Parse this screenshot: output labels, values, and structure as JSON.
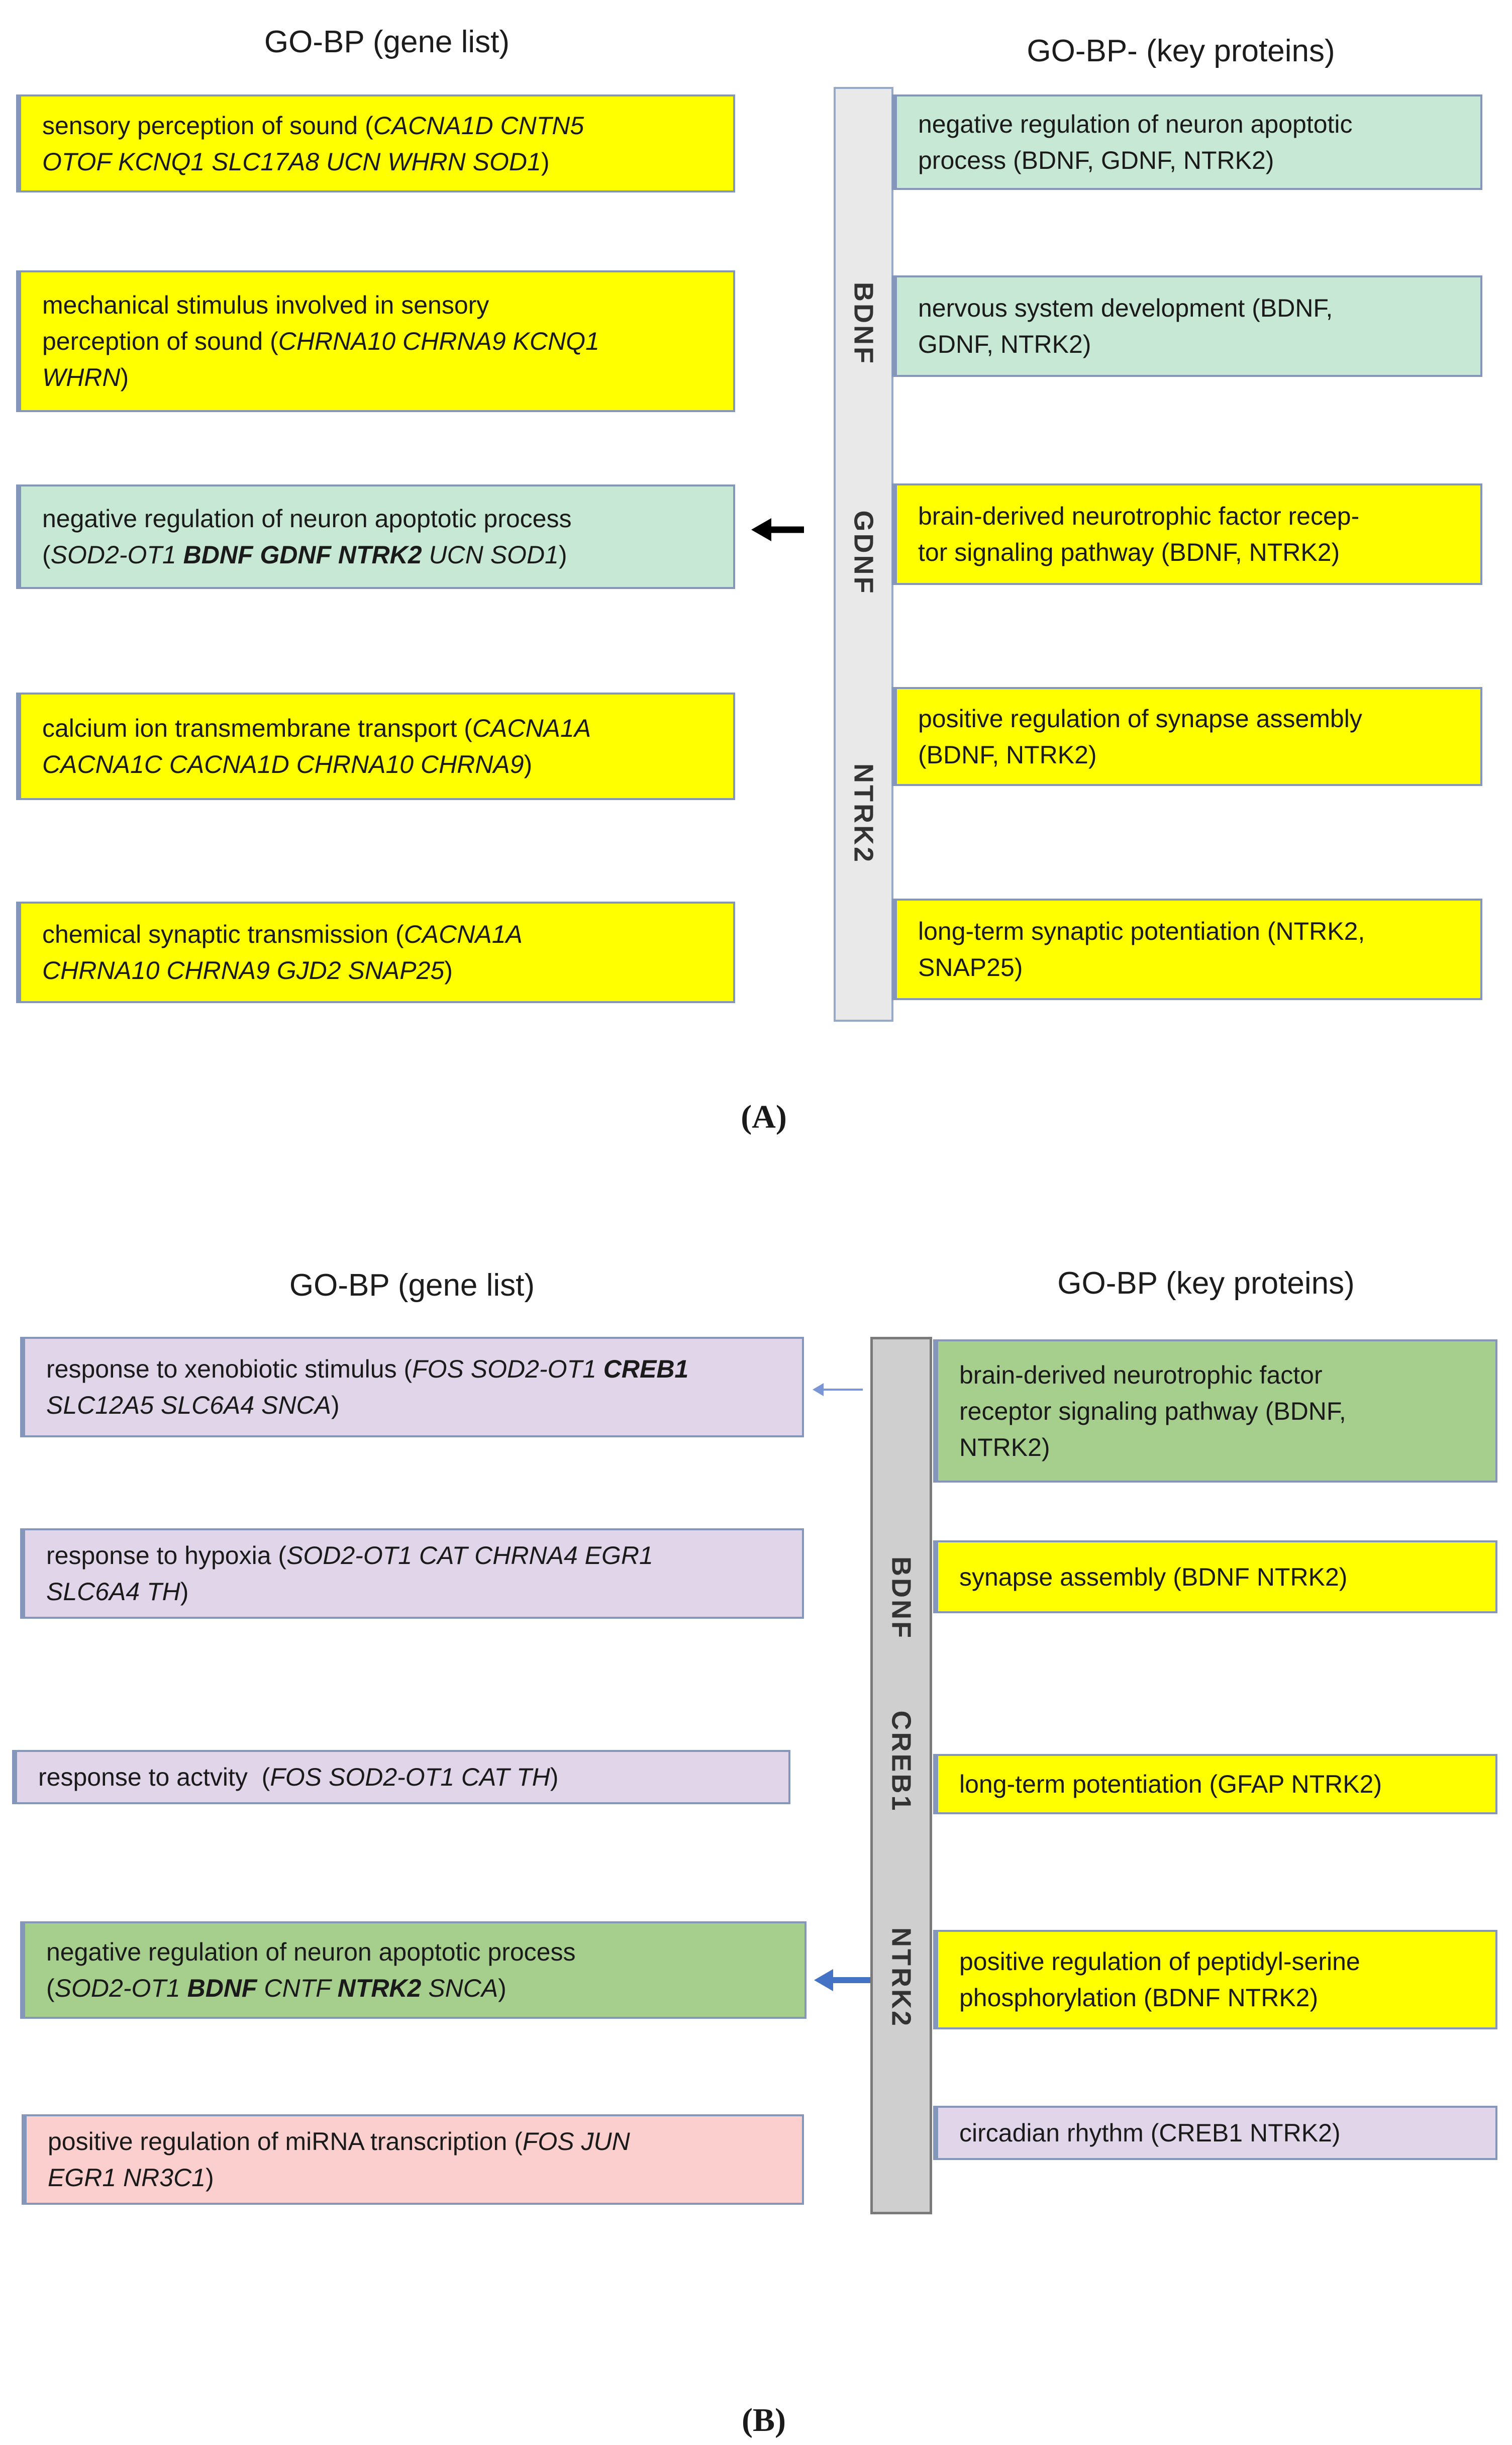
{
  "palette": {
    "yellow": "#ffff00",
    "mint": "#c7e8d4",
    "green": "#a6cf8d",
    "lavender": "#e0d5e9",
    "pink": "#fbcfce",
    "box_border": "#8497ba",
    "bar_a_fill": "#e9e9e9",
    "bar_a_border": "#96a9c6",
    "bar_b_fill": "#cfcfcf",
    "bar_b_border": "#7a7a7a",
    "arrow_black": "#000000",
    "arrow_blue_thin": "#7b96d6",
    "arrow_blue_thick": "#4472c4",
    "text": "#1a1a1a"
  },
  "panel_a": {
    "caption": "(A)",
    "left_header": "GO-BP (gene list)",
    "right_header": "GO-BP- (key proteins)",
    "bar_labels": [
      "BDNF",
      "GDNF",
      "NTRK2"
    ],
    "left_boxes": [
      {
        "color": "yellow",
        "term": "sensory perception of sound",
        "genes": "CACNA1D CNTN5 OTOF KCNQ1 SLC17A8 UCN WHRN SOD1",
        "segments": [
          {
            "t": "sensory perception of sound (",
            "s": "n"
          },
          {
            "t": "CACNA1D CNTN5",
            "s": "i"
          },
          {
            "br": true,
            "t": "OTOF KCNQ1 SLC17A8 UCN WHRN SOD1",
            "s": "i"
          },
          {
            "t": ")",
            "s": "n"
          }
        ]
      },
      {
        "color": "yellow",
        "term": "mechanical stimulus involved in sensory perception of sound",
        "genes": "CHRNA10 CHRNA9 KCNQ1 WHRN",
        "segments": [
          {
            "t": "mechanical stimulus involved in sensory",
            "s": "n"
          },
          {
            "br": true,
            "t": "perception of sound (",
            "s": "n"
          },
          {
            "t": "CHRNA10 CHRNA9 KCNQ1",
            "s": "i"
          },
          {
            "br": true,
            "t": "WHRN",
            "s": "i"
          },
          {
            "t": ")",
            "s": "n"
          }
        ]
      },
      {
        "color": "mint",
        "term": "negative regulation of neuron apoptotic process",
        "genes": "SOD2-OT1 BDNF GDNF NTRK2 UCN SOD1",
        "segments": [
          {
            "t": "negative regulation of neuron apoptotic process",
            "s": "n"
          },
          {
            "br": true,
            "t": "(",
            "s": "n"
          },
          {
            "t": "SOD2-OT1 ",
            "s": "i"
          },
          {
            "t": "BDNF GDNF NTRK2",
            "s": "bi"
          },
          {
            "t": " UCN SOD1",
            "s": "i"
          },
          {
            "t": ")",
            "s": "n"
          }
        ]
      },
      {
        "color": "yellow",
        "term": "calcium ion transmembrane transport",
        "genes": "CACNA1A CACNA1C CACNA1D CHRNA10 CHRNA9",
        "segments": [
          {
            "t": "calcium ion transmembrane transport (",
            "s": "n"
          },
          {
            "t": "CACNA1A",
            "s": "i"
          },
          {
            "br": true,
            "t": "CACNA1C CACNA1D CHRNA10 CHRNA9",
            "s": "i"
          },
          {
            "t": ")",
            "s": "n"
          }
        ]
      },
      {
        "color": "yellow",
        "term": "chemical synaptic transmission",
        "genes": "CACNA1A CHRNA10 CHRNA9 GJD2 SNAP25",
        "segments": [
          {
            "t": "chemical synaptic transmission (",
            "s": "n"
          },
          {
            "t": "CACNA1A",
            "s": "i"
          },
          {
            "br": true,
            "t": "CHRNA10 CHRNA9 GJD2 SNAP25",
            "s": "i"
          },
          {
            "t": ")",
            "s": "n"
          }
        ]
      }
    ],
    "right_boxes": [
      {
        "color": "mint",
        "term": "negative regulation of neuron apoptotic process",
        "proteins": "BDNF, GDNF, NTRK2",
        "segments": [
          {
            "t": "negative regulation of neuron apoptotic",
            "s": "n"
          },
          {
            "br": true,
            "t": "process (BDNF, GDNF, NTRK2)",
            "s": "n"
          }
        ]
      },
      {
        "color": "mint",
        "term": "nervous system development",
        "proteins": "BDNF, GDNF, NTRK2",
        "segments": [
          {
            "t": "nervous system development (BDNF,",
            "s": "n"
          },
          {
            "br": true,
            "t": "GDNF, NTRK2)",
            "s": "n"
          }
        ]
      },
      {
        "color": "yellow",
        "term": "brain-derived neurotrophic factor receptor signaling pathway",
        "proteins": "BDNF, NTRK2",
        "segments": [
          {
            "t": "brain-derived neurotrophic factor recep-",
            "s": "n"
          },
          {
            "br": true,
            "t": "tor signaling pathway (BDNF, NTRK2)",
            "s": "n"
          }
        ]
      },
      {
        "color": "yellow",
        "term": "positive regulation of synapse assembly",
        "proteins": "BDNF, NTRK2",
        "segments": [
          {
            "t": "positive regulation of synapse assembly",
            "s": "n"
          },
          {
            "br": true,
            "t": "(BDNF, NTRK2)",
            "s": "n"
          }
        ]
      },
      {
        "color": "yellow",
        "term": "long-term synaptic potentiation",
        "proteins": "NTRK2, SNAP25",
        "segments": [
          {
            "t": "long-term synaptic potentiation (NTRK2,",
            "s": "n"
          },
          {
            "br": true,
            "t": "SNAP25)",
            "s": "n"
          }
        ]
      }
    ]
  },
  "panel_b": {
    "caption": "(B)",
    "left_header": "GO-BP (gene list)",
    "right_header": "GO-BP (key proteins)",
    "bar_labels": [
      "BDNF",
      "CREB1",
      "NTRK2"
    ],
    "left_boxes": [
      {
        "color": "lavender",
        "term": "response to xenobiotic stimulus",
        "genes": "FOS SOD2-OT1 CREB1 SLC12A5 SLC6A4 SNCA",
        "segments": [
          {
            "t": "response to xenobiotic stimulus (",
            "s": "n"
          },
          {
            "t": "FOS SOD2-OT1 ",
            "s": "i"
          },
          {
            "t": "CREB1",
            "s": "bi"
          },
          {
            "br": true,
            "t": "SLC12A5 SLC6A4 SNCA",
            "s": "i"
          },
          {
            "t": ")",
            "s": "n"
          }
        ]
      },
      {
        "color": "lavender",
        "term": "response to hypoxia",
        "genes": "SOD2-OT1 CAT CHRNA4 EGR1 SLC6A4 TH",
        "segments": [
          {
            "t": "response to hypoxia (",
            "s": "n"
          },
          {
            "t": "SOD2-OT1 CAT CHRNA4 EGR1",
            "s": "i"
          },
          {
            "br": true,
            "t": "SLC6A4 TH",
            "s": "i"
          },
          {
            "t": ")",
            "s": "n"
          }
        ]
      },
      {
        "color": "lavender",
        "term": "response to actvity",
        "genes": "FOS SOD2-OT1 CAT TH",
        "segments": [
          {
            "t": "response to actvity  (",
            "s": "n"
          },
          {
            "t": "FOS SOD2-OT1 CAT TH",
            "s": "i"
          },
          {
            "t": ")",
            "s": "n"
          }
        ]
      },
      {
        "color": "green",
        "term": "negative regulation of neuron apoptotic process",
        "genes": "SOD2-OT1 BDNF CNTF NTRK2 SNCA",
        "segments": [
          {
            "t": "negative regulation of neuron apoptotic process",
            "s": "n"
          },
          {
            "br": true,
            "t": "(",
            "s": "n"
          },
          {
            "t": "SOD2-OT1 ",
            "s": "i"
          },
          {
            "t": "BDNF",
            "s": "bi"
          },
          {
            "t": " CNTF ",
            "s": "i"
          },
          {
            "t": "NTRK2",
            "s": "bi"
          },
          {
            "t": " SNCA",
            "s": "i"
          },
          {
            "t": ")",
            "s": "n"
          }
        ]
      },
      {
        "color": "pink",
        "term": "positive regulation of miRNA transcription",
        "genes": "FOS JUN EGR1 NR3C1",
        "segments": [
          {
            "t": "positive regulation of miRNA transcription (",
            "s": "n"
          },
          {
            "t": "FOS JUN",
            "s": "i"
          },
          {
            "br": true,
            "t": "EGR1 NR3C1",
            "s": "i"
          },
          {
            "t": ")",
            "s": "n"
          }
        ]
      }
    ],
    "right_boxes": [
      {
        "color": "green",
        "term": "brain-derived neurotrophic factor receptor signaling pathway",
        "proteins": "BDNF, NTRK2",
        "segments": [
          {
            "t": "brain-derived neurotrophic factor",
            "s": "n"
          },
          {
            "br": true,
            "t": "receptor signaling pathway (BDNF,",
            "s": "n"
          },
          {
            "br": true,
            "t": "NTRK2)",
            "s": "n"
          }
        ]
      },
      {
        "color": "yellow",
        "term": "synapse assembly",
        "proteins": "BDNF NTRK2",
        "segments": [
          {
            "t": "synapse assembly (BDNF NTRK2)",
            "s": "n"
          }
        ]
      },
      {
        "color": "yellow",
        "term": "long-term potentiation",
        "proteins": "GFAP NTRK2",
        "segments": [
          {
            "t": "long-term potentiation (GFAP NTRK2)",
            "s": "n"
          }
        ]
      },
      {
        "color": "yellow",
        "term": "positive regulation of peptidyl-serine phosphorylation",
        "proteins": "BDNF NTRK2",
        "segments": [
          {
            "t": "positive regulation of peptidyl-serine",
            "s": "n"
          },
          {
            "br": true,
            "t": "phosphorylation (BDNF NTRK2)",
            "s": "n"
          }
        ]
      },
      {
        "color": "lavender",
        "term": "circadian rhythm",
        "proteins": "CREB1 NTRK2",
        "segments": [
          {
            "t": "circadian rhythm (CREB1 NTRK2)",
            "s": "n"
          }
        ]
      }
    ]
  }
}
